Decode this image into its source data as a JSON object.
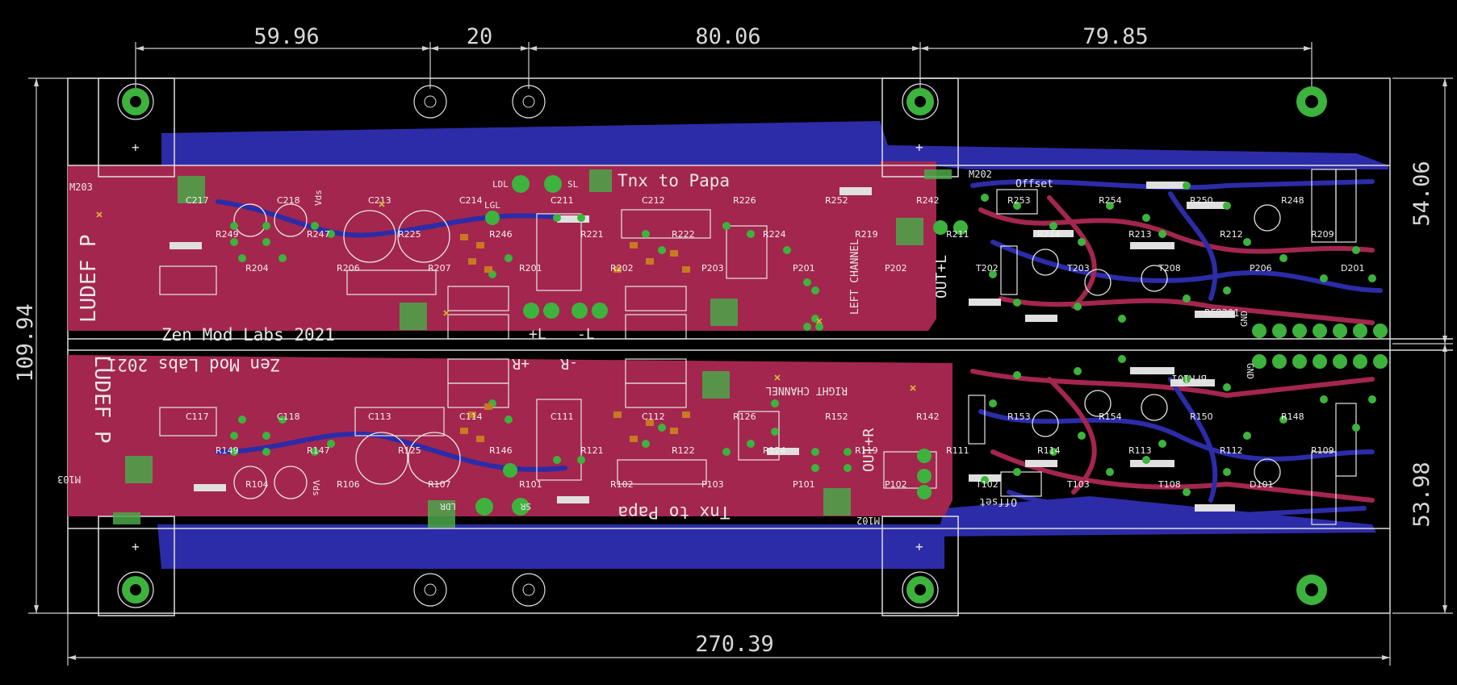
{
  "dimensions": {
    "top": [
      "59.96",
      "20",
      "80.06",
      "79.85"
    ],
    "bottom": "270.39",
    "left": "109.94",
    "right_top": "54.06",
    "right_bottom": "53.98"
  },
  "board_labels": {
    "top_title": "LUDEF P",
    "bottom_title": "LUDEF P",
    "credit_top": "Zen Mod Labs 2021",
    "credit_bottom": "Zen Mod Labs 2021",
    "thanks_top": "Tnx to Papa",
    "thanks_bottom": "Tnx to Papa",
    "left_channel": "LEFT CHANNEL",
    "right_channel": "RIGHT CHANNEL",
    "out_left": "OUT+L",
    "out_right": "OUT+R",
    "offset_top": "Offset",
    "offset_bottom": "Offset",
    "plus_l": "+L",
    "minus_l": "-L",
    "plus_r": "+R",
    "minus_r": "-R",
    "gnd": "GND",
    "m203": "M203",
    "m202": "M202",
    "m103": "M103",
    "m102": "M102",
    "ldl": "LDL",
    "lsl": "SL",
    "lgl": "LGL",
    "ldr": "LDR",
    "lsr": "SR",
    "vds": "Vds",
    "bfr201": "BFR201",
    "bfr101": "BFR101"
  },
  "component_refs_top": [
    "C217",
    "C218",
    "C213",
    "C214",
    "C211",
    "C212",
    "R226",
    "R252",
    "R242",
    "R253",
    "R254",
    "R250",
    "R248",
    "R249",
    "R247",
    "R225",
    "R246",
    "R221",
    "R222",
    "R224",
    "R219",
    "R211",
    "R214",
    "R213",
    "R212",
    "R209",
    "R204",
    "R206",
    "R207",
    "R201",
    "R202",
    "P203",
    "P201",
    "P202",
    "T202",
    "T203",
    "T208",
    "P206",
    "D201"
  ],
  "component_refs_bottom": [
    "C117",
    "C118",
    "C113",
    "C114",
    "C111",
    "C112",
    "R126",
    "R152",
    "R142",
    "R153",
    "R154",
    "R150",
    "R148",
    "R149",
    "R147",
    "R125",
    "R146",
    "R121",
    "R122",
    "R124",
    "R119",
    "R111",
    "R114",
    "R113",
    "R112",
    "R109",
    "R104",
    "R106",
    "R107",
    "R101",
    "R102",
    "P103",
    "P101",
    "P102",
    "T102",
    "T103",
    "T108",
    "D101"
  ],
  "colors": {
    "background": "#000000",
    "top_copper": "#a3264e",
    "bottom_copper": "#2c2ca8",
    "pad": "#3db33d",
    "silkscreen": "#e8e8e8",
    "mark": "#d7b23a"
  }
}
